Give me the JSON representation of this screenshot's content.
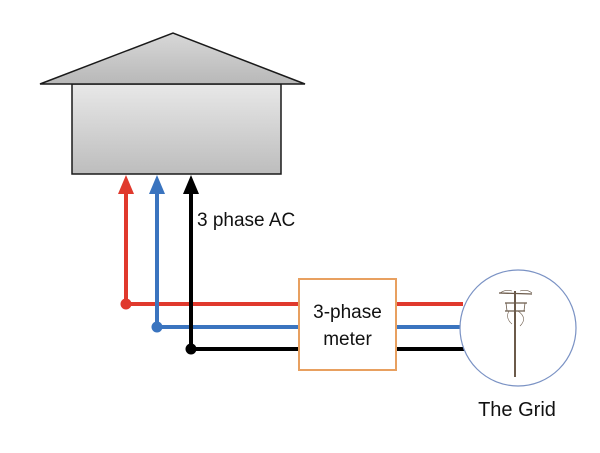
{
  "colors": {
    "phase_a": "#e0392d",
    "phase_b": "#3a74bf",
    "phase_c": "#000000",
    "meter_border": "#e8a060",
    "grid_circle": "#7a92c4",
    "house_stroke": "#1a1a1a"
  },
  "labels": {
    "ac_label": "3 phase AC",
    "meter_line1": "3-phase",
    "meter_line2": "meter",
    "grid_label": "The Grid"
  },
  "nodes": [
    {
      "id": "house",
      "label": ""
    },
    {
      "id": "meter",
      "label": "3-phase meter"
    },
    {
      "id": "grid",
      "label": "The Grid"
    }
  ],
  "connections": [
    {
      "from": "grid",
      "to": "meter",
      "phases": [
        "phase_a",
        "phase_b",
        "phase_c"
      ]
    },
    {
      "from": "meter",
      "to": "house",
      "phases": [
        "phase_a",
        "phase_b",
        "phase_c"
      ],
      "label": "3 phase AC"
    }
  ]
}
